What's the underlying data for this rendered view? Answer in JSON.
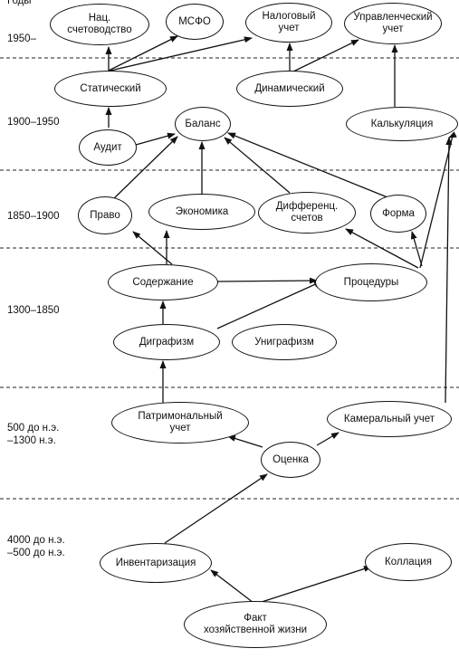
{
  "header_label": "Годы",
  "periods": {
    "p1950": "1950–",
    "p1900": "1900–1950",
    "p1850": "1850–1900",
    "p1300": "1300–1850",
    "p500": "500 до н.э.\n–1300 н.э.",
    "p4000": "4000 до н.э.\n–500 до н.э."
  },
  "nodes": {
    "nac": "Нац.\nсчетоводство",
    "msfo": "МСФО",
    "nalog": "Налоговый\nучет",
    "upravl": "Управленческий\nучет",
    "static": "Статический",
    "dynamic": "Динамический",
    "balans": "Баланс",
    "kalk": "Калькуляция",
    "audit": "Аудит",
    "pravo": "Право",
    "econom": "Экономика",
    "differ": "Дифференц.\nсчетов",
    "forma": "Форма",
    "soderzh": "Содержание",
    "procedury": "Процедуры",
    "digraf": "Диграфизм",
    "unigraf": "Униграфизм",
    "patrim": "Патримональный\nучет",
    "kameral": "Камеральный учет",
    "ocenka": "Оценка",
    "invent": "Инвентаризация",
    "kollac": "Коллация",
    "fakt": "Факт\nхозяйственной жизни"
  }
}
